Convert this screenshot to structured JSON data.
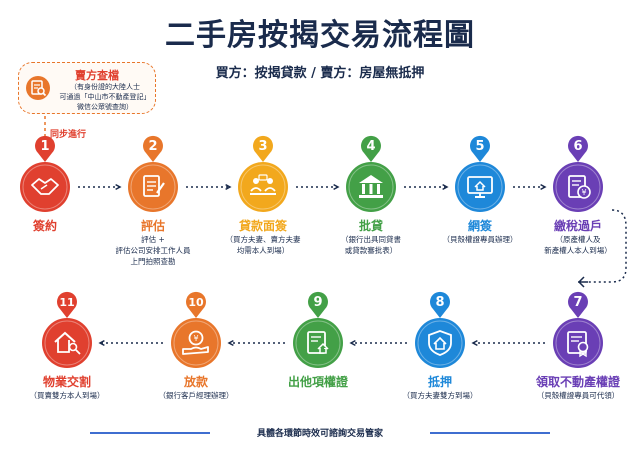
{
  "title": "二手房按揭交易流程圖",
  "subtitle": "買方：按揭貸款 / 賣方：房屋無抵押",
  "note": {
    "title": "賣方查檔",
    "lines": [
      "（有身份證的大陸人士",
      "可通過「中山市不動產登記」",
      "微信公眾號查詢）"
    ],
    "sync_label": "同步進行"
  },
  "steps": [
    {
      "num": "1",
      "name": "簽約",
      "desc": [],
      "color": "#e0402f",
      "icon": "handshake-icon"
    },
    {
      "num": "2",
      "name": "評估",
      "desc": [
        "評估 +",
        "評估公司安排工作人員",
        "上門拍照查勘"
      ],
      "color": "#e8762b",
      "icon": "clipboard-icon"
    },
    {
      "num": "3",
      "name": "貸款面簽",
      "desc": [
        "（買方夫妻、賣方夫妻",
        "均需本人到場）"
      ],
      "color": "#f2a81d",
      "icon": "meeting-icon"
    },
    {
      "num": "4",
      "name": "批貸",
      "desc": [
        "（銀行出具同貸書",
        "或貸款審批表）"
      ],
      "color": "#43a047",
      "icon": "bank-icon"
    },
    {
      "num": "5",
      "name": "網簽",
      "desc": [
        "（貝殼權證專員辦理）"
      ],
      "color": "#1e88d9",
      "icon": "computer-icon"
    },
    {
      "num": "6",
      "name": "繳稅過戶",
      "desc": [
        "（原產權人及",
        "新產權人本人到場）"
      ],
      "color": "#6a3fb5",
      "icon": "tax-document-icon"
    },
    {
      "num": "7",
      "name": "領取不動產權證",
      "desc": [
        "（貝殼權證專員可代領）"
      ],
      "color": "#6a3fb5",
      "icon": "certificate-icon"
    },
    {
      "num": "8",
      "name": "抵押",
      "desc": [
        "（買方夫妻雙方到場）"
      ],
      "color": "#1e88d9",
      "icon": "shield-house-icon"
    },
    {
      "num": "9",
      "name": "出他項權證",
      "desc": [],
      "color": "#43a047",
      "icon": "house-document-icon"
    },
    {
      "num": "10",
      "name": "放款",
      "desc": [
        "（銀行客戶經理辦理）"
      ],
      "color": "#e8762b",
      "icon": "money-hand-icon"
    },
    {
      "num": "11",
      "name": "物業交割",
      "desc": [
        "（買賣雙方本人到場）"
      ],
      "color": "#e0402f",
      "icon": "house-key-icon"
    }
  ],
  "footer": "具體各環節時效可諮詢交易管家"
}
